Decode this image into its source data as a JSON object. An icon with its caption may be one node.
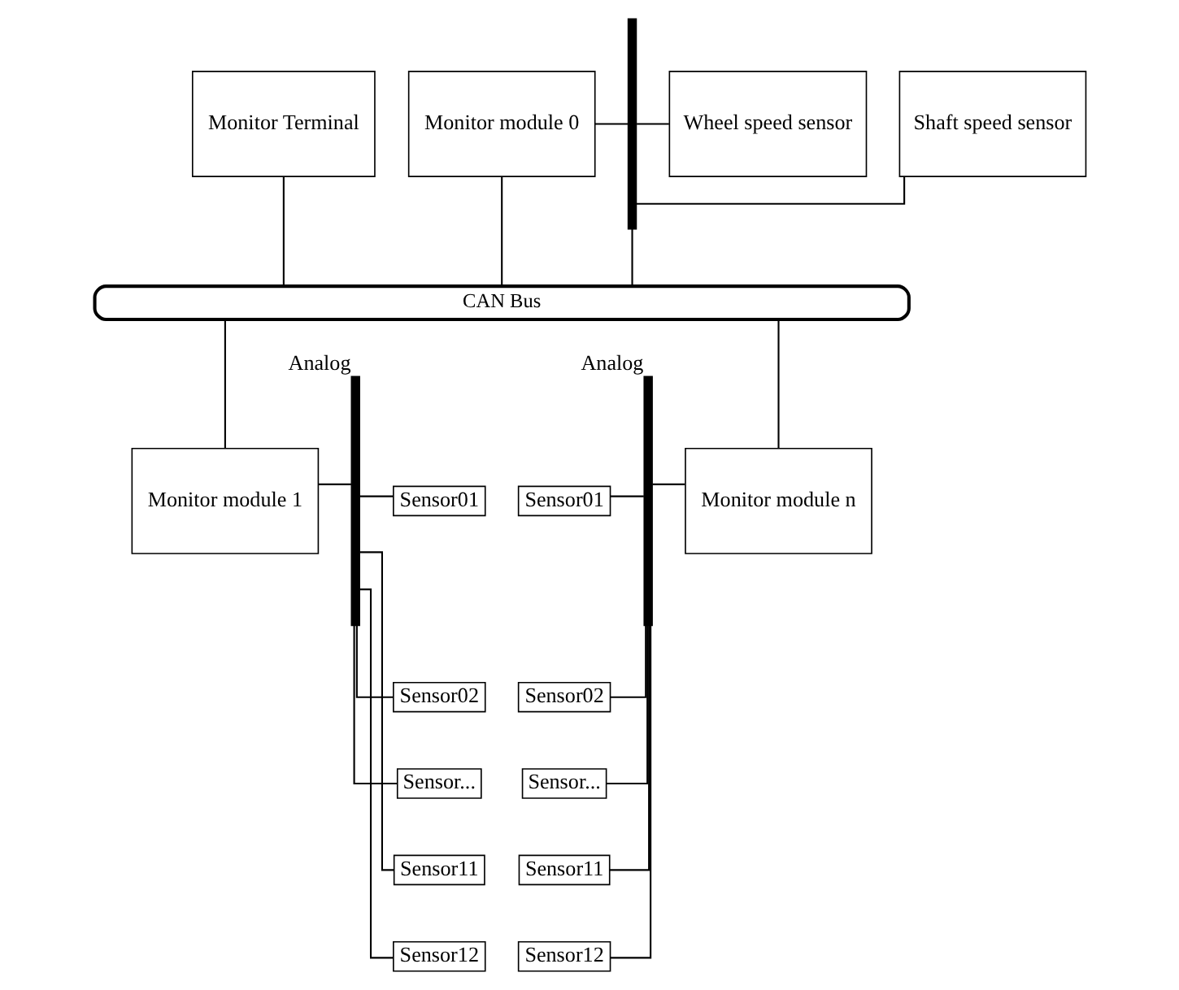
{
  "diagram": {
    "nodes": [
      {
        "text": [
          "Monitor Terminal"
        ]
      },
      {
        "text": [
          "Monitor module 0"
        ]
      },
      {
        "text": [],
        "shape": "bar"
      },
      {
        "text": [
          "Shaft speed sensor"
        ]
      },
      {
        "text": [
          "Wheel speed sensor"
        ]
      },
      {
        "text": [
          "CAN Bus"
        ]
      },
      {
        "text": [
          "Monitor module 1"
        ]
      },
      {
        "text": [
          "Analog"
        ]
      },
      {
        "text": [
          "Sensor01"
        ]
      },
      {
        "text": [
          "Sensor02"
        ]
      },
      {
        "text": [
          "Sensor..."
        ]
      },
      {
        "text": [
          "Sensor11"
        ]
      },
      {
        "text": [
          "Sensor12"
        ]
      },
      {
        "text": [
          "Sensor01"
        ]
      },
      {
        "text": [
          "Sensor02"
        ]
      },
      {
        "text": [
          "Sensor..."
        ]
      },
      {
        "text": [
          "Sensor11"
        ]
      },
      {
        "text": [
          "Sensor12"
        ]
      },
      {
        "text": [
          "Analog"
        ]
      },
      {
        "text": [
          "Monitor module n"
        ]
      }
    ],
    "edges": [
      {
        "from": 0,
        "to": 5,
        "arrow": "none"
      },
      {
        "from": 1,
        "to": 5,
        "arrow": "none"
      },
      {
        "from": 1,
        "to": 2,
        "arrow": "none"
      },
      {
        "from": 2,
        "to": 3,
        "arrow": "none"
      },
      {
        "from": 2,
        "to": 4,
        "arrow": "none"
      },
      {
        "from": 2,
        "to": 5,
        "arrow": "none"
      },
      {
        "from": 5,
        "to": 6,
        "arrow": "none"
      },
      {
        "from": 5,
        "to": 19,
        "arrow": "none"
      },
      {
        "from": 6,
        "to": 7,
        "arrow": "none"
      },
      {
        "from": 7,
        "to": 8,
        "arrow": "none"
      },
      {
        "from": 7,
        "to": 9,
        "arrow": "none"
      },
      {
        "from": 7,
        "to": 10,
        "arrow": "none"
      },
      {
        "from": 7,
        "to": 11,
        "arrow": "none"
      },
      {
        "from": 7,
        "to": 12,
        "arrow": "none"
      },
      {
        "from": 13,
        "to": 18,
        "arrow": "none"
      },
      {
        "from": 14,
        "to": 18,
        "arrow": "none"
      },
      {
        "from": 15,
        "to": 18,
        "arrow": "none"
      },
      {
        "from": 16,
        "to": 18,
        "arrow": "none"
      },
      {
        "from": 17,
        "to": 18,
        "arrow": "none"
      },
      {
        "from": 18,
        "to": 19,
        "arrow": "none"
      }
    ]
  }
}
